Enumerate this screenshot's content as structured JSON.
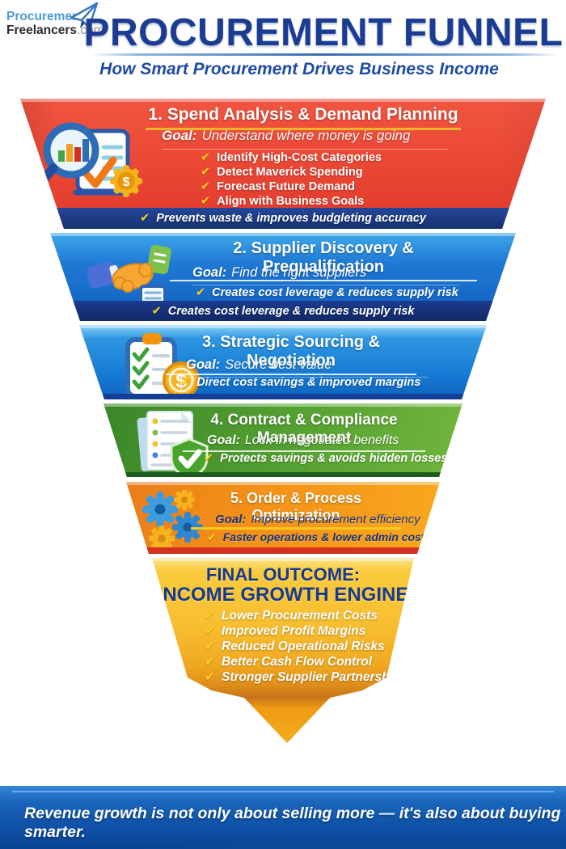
{
  "logo": {
    "line1": "Procurement",
    "line2": "Freelancers",
    "suffix": ".com",
    "icon": "paper-plane-icon"
  },
  "header": {
    "title": "PROCUREMENT FUNNEL",
    "subtitle": "How Smart Procurement Drives Business Income"
  },
  "labels": {
    "goal": "Goal:"
  },
  "icons": {
    "check": "check-icon"
  },
  "stages": [
    {
      "title": "1. Spend Analysis & Demand Planning",
      "goal": "Understand where money is going",
      "items": [
        "Identify High-Cost Categories",
        "Detect Maverick Spending",
        "Forecast Future Demand",
        "Align with Business Goals"
      ],
      "banner": "Prevents waste & improves budgleting accuracy",
      "icon": "spend-analysis-icon",
      "color": "#EA4634",
      "banner_color": "#1B3C8E"
    },
    {
      "title": "2. Supplier Discovery & Prequalification",
      "goal": "Find the right suppliers",
      "items": [
        "Creates cost leverage & reduces supply risk"
      ],
      "banner": "Creates cost leverage & reduces supply risk",
      "icon": "handshake-icon",
      "color": "#1E78D4",
      "banner_color": "#15307C"
    },
    {
      "title": "3. Strategic Sourcing & Negotiation",
      "goal": "Secure best value",
      "items": [
        "Direct cost savings & improved margins"
      ],
      "banner": "",
      "icon": "clipboard-checklist-icon",
      "color": "#1478D2",
      "banner_color": "#153E96"
    },
    {
      "title": "4. Contract & Compliance Management",
      "goal": "Lock in negotiated benefits",
      "items": [
        "Protects savings & avoids hidden losses"
      ],
      "banner": "",
      "icon": "contract-shield-icon",
      "color": "#57A332",
      "banner_color": "#1D5C1D"
    },
    {
      "title": "5. Order & Process Optimization",
      "goal": "Improve procurement efficiency",
      "items": [
        "Faster operations & lower admin costs"
      ],
      "banner": "",
      "icon": "gears-icon",
      "color": "#F28D18",
      "banner_color": "#D33220"
    }
  ],
  "final": {
    "title_line1": "FINAL OUTCOME:",
    "title_line2": "INCOME GROWTH ENGINE",
    "items": [
      "Lower Procurement Costs",
      "Improved Profit Margins",
      "Reduced Operational Risks",
      "Better Cash Flow Control",
      "Stronger Supplier Partnerships"
    ],
    "color": "#F7BD2F"
  },
  "footer": {
    "quote": "Revenue growth is not only about selling more — it's also about buying smarter."
  }
}
